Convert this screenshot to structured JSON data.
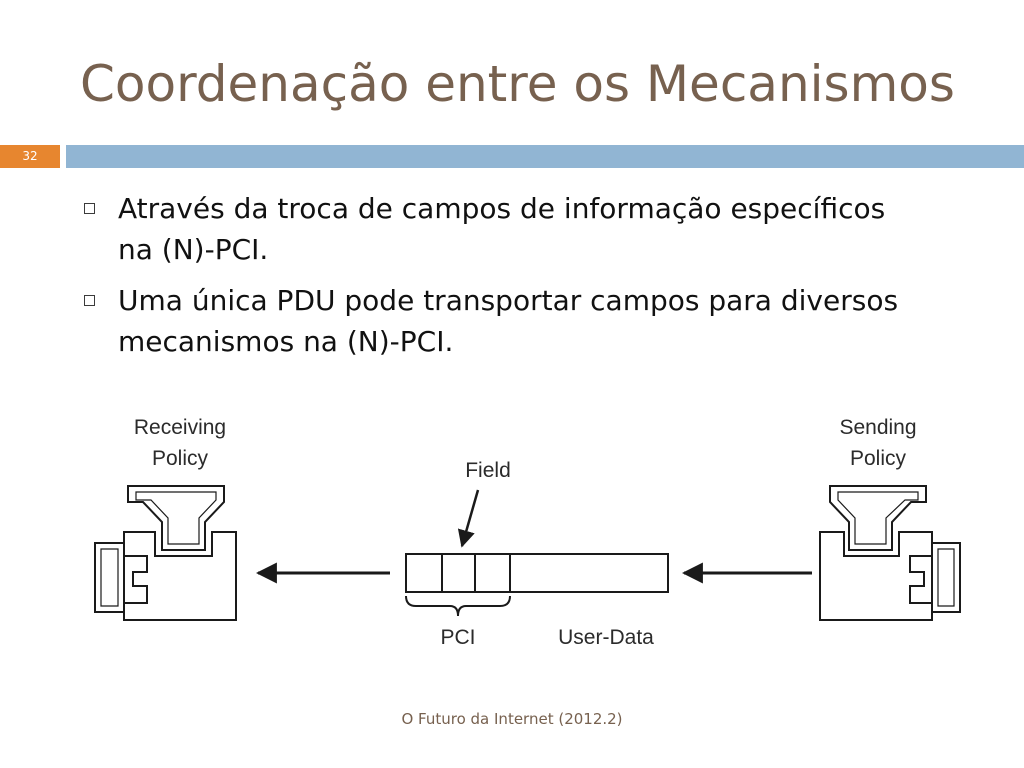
{
  "slide": {
    "title": "Coordenação entre os Mecanismos",
    "number": "32",
    "bullets": [
      "Através da troca de campos de informação específicos na (N)-PCI.",
      "Uma única PDU pode transportar campos para diversos mecanismos na (N)-PCI."
    ],
    "footer": "O Futuro da Internet (2012.2)"
  },
  "diagram": {
    "receiving_policy": [
      "Receiving",
      "Policy"
    ],
    "sending_policy": [
      "Sending",
      "Policy"
    ],
    "field_label": "Field",
    "pci_label": "PCI",
    "user_data_label": "User-Data"
  },
  "colors": {
    "title": "#77614f",
    "accent_number_bg": "#e7862f",
    "divider_bar": "#91b5d3",
    "body_text": "#111111",
    "diagram_stroke": "#1a1a1a"
  }
}
